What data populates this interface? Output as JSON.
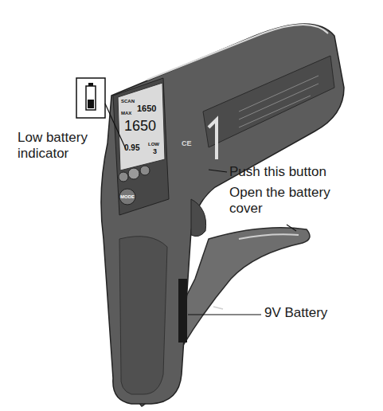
{
  "diagram": {
    "labels": [
      "Low battery indicator",
      "Push this button",
      "Open the battery cover",
      "9V Battery",
      "SCAN",
      "MAX",
      "1650",
      "1650",
      "0.95",
      "LOW",
      "3",
      "MODE",
      "CE"
    ]
  }
}
